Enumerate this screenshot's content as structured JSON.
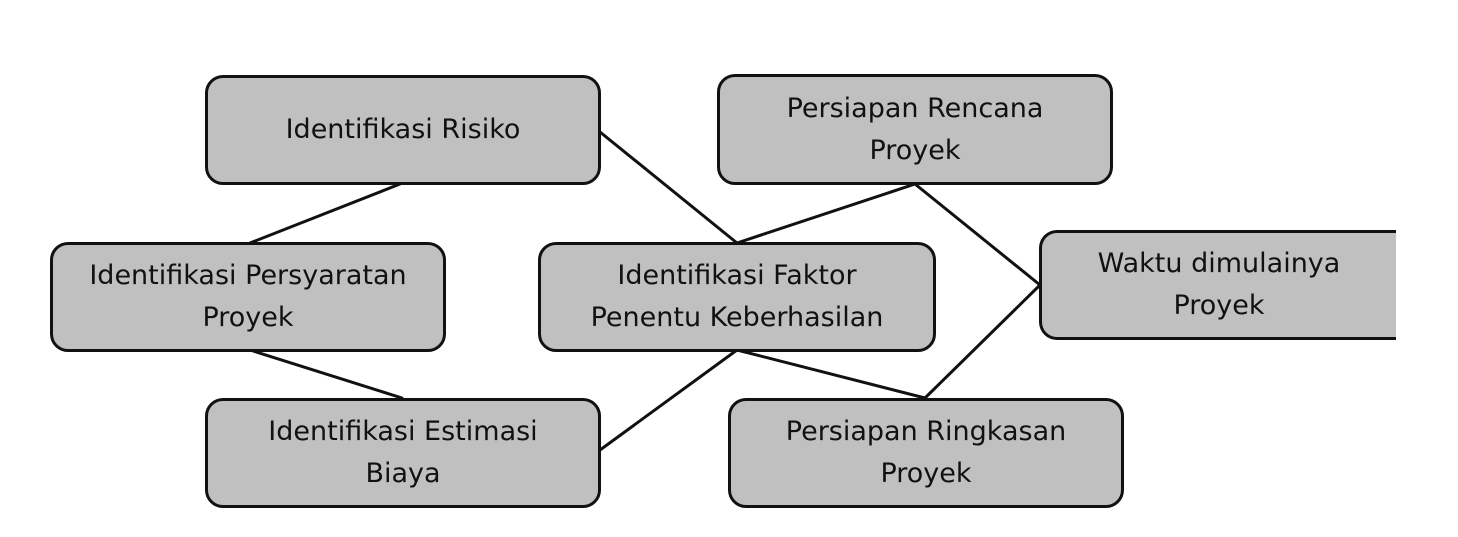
{
  "colors": {
    "box_fill": "#c0c0c0",
    "box_border": "#111111",
    "connector": "#111111",
    "background": "#ffffff"
  },
  "nodes": {
    "identifikasi_risiko": {
      "lines": [
        "Identifikasi Risiko"
      ]
    },
    "identifikasi_persyaratan": {
      "lines": [
        "Identifikasi Persyaratan",
        "Proyek"
      ]
    },
    "identifikasi_estimasi": {
      "lines": [
        "Identifikasi Estimasi",
        "Biaya"
      ]
    },
    "identifikasi_faktor": {
      "lines": [
        "Identifikasi Faktor",
        "Penentu Keberhasilan"
      ]
    },
    "persiapan_rencana": {
      "lines": [
        "Persiapan Rencana",
        "Proyek"
      ]
    },
    "persiapan_ringkasan": {
      "lines": [
        "Persiapan Ringkasan",
        "Proyek"
      ]
    },
    "waktu_dimulainya": {
      "lines": [
        "Waktu dimulainya",
        "Proyek"
      ]
    }
  }
}
